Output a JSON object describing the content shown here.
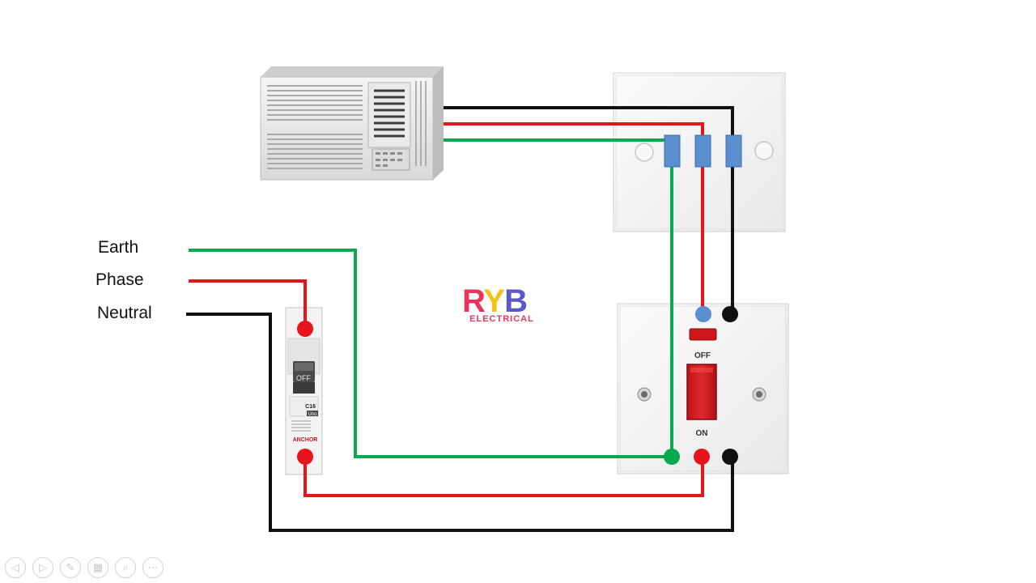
{
  "labels": {
    "earth": "Earth",
    "phase": "Phase",
    "neutral": "Neutral"
  },
  "mcb": {
    "off_label": "OFF",
    "rating": "C16",
    "brand": "ANCHOR",
    "series": "Uno"
  },
  "dp_switch": {
    "off_label": "OFF",
    "on_label": "ON"
  },
  "logo": {
    "mark": "RYB",
    "sub": "ELECTRICAL"
  },
  "wire_colors": {
    "earth": "#0aa84f",
    "phase": "#e8141c",
    "neutral": "#111111",
    "terminal": "#5b8fd0"
  },
  "toolbar": [
    {
      "name": "previous-slide-icon",
      "glyph": "◁"
    },
    {
      "name": "next-slide-icon",
      "glyph": "▷"
    },
    {
      "name": "pen-icon",
      "glyph": "✎"
    },
    {
      "name": "slides-grid-icon",
      "glyph": "▦"
    },
    {
      "name": "zoom-icon",
      "glyph": "⌕"
    },
    {
      "name": "more-options-icon",
      "glyph": "⋯"
    }
  ]
}
